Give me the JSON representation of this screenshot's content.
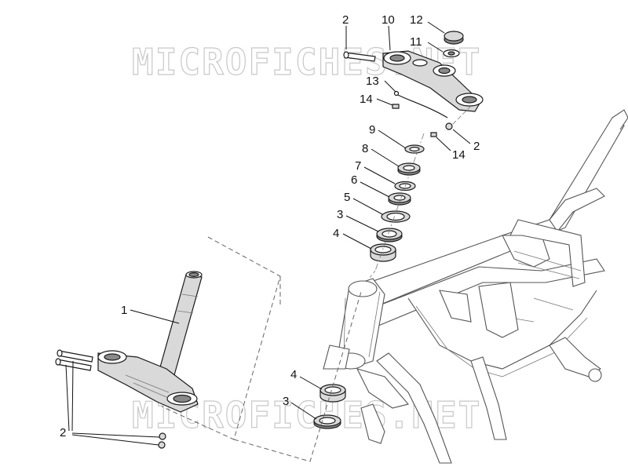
{
  "watermark": "MICROFICHES.NET",
  "callouts": {
    "c2_top": "2",
    "c10": "10",
    "c12": "12",
    "c11": "11",
    "c13": "13",
    "c14_left": "14",
    "c2_right": "2",
    "c14_right": "14",
    "c9": "9",
    "c8": "8",
    "c7": "7",
    "c6": "6",
    "c5": "5",
    "c3_upper": "3",
    "c4_upper": "4",
    "c1": "1",
    "c2_bottom": "2",
    "c4_lower": "4",
    "c3_lower": "3"
  }
}
